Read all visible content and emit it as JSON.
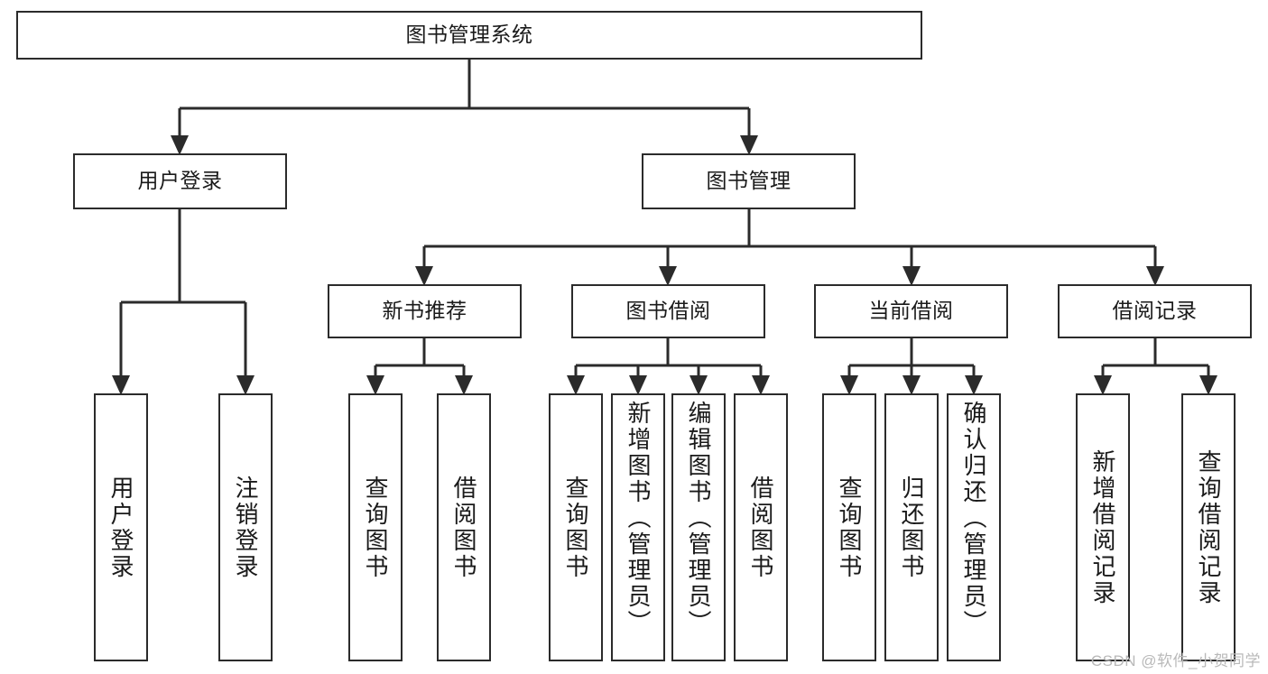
{
  "diagram": {
    "title": "图书管理系统",
    "type": "tree-hierarchy",
    "orientation": "top-down",
    "colors": {
      "box_border": "#2b2b2b",
      "box_fill": "#ffffff",
      "edge": "#2b2b2b",
      "text": "#1a1a1a",
      "watermark": "#b9b9b9",
      "background": "#ffffff"
    },
    "watermark": "CSDN @软件_小贺同学"
  },
  "nodes": {
    "root": {
      "label": "图书管理系统",
      "level": 0
    },
    "level1": [
      {
        "id": "user-login",
        "label": "用户登录"
      },
      {
        "id": "book-manage",
        "label": "图书管理"
      }
    ],
    "level2": [
      {
        "id": "new-book-recommend",
        "label": "新书推荐"
      },
      {
        "id": "book-borrow",
        "label": "图书借阅"
      },
      {
        "id": "current-borrow",
        "label": "当前借阅"
      },
      {
        "id": "borrow-record",
        "label": "借阅记录"
      }
    ],
    "leaves": {
      "user-login": [
        {
          "id": "leaf-user-login",
          "label": "用户登录"
        },
        {
          "id": "leaf-logout-login",
          "label": "注销登录"
        }
      ],
      "new-book-recommend": [
        {
          "id": "leaf-query-book-1",
          "label": "查询图书"
        },
        {
          "id": "leaf-borrow-book-1",
          "label": "借阅图书"
        }
      ],
      "book-borrow": [
        {
          "id": "leaf-query-book-2",
          "label": "查询图书"
        },
        {
          "id": "leaf-add-book",
          "label": "新增图书（管理员）"
        },
        {
          "id": "leaf-edit-book",
          "label": "编辑图书（管理员）"
        },
        {
          "id": "leaf-borrow-book-2",
          "label": "借阅图书"
        }
      ],
      "current-borrow": [
        {
          "id": "leaf-query-book-3",
          "label": "查询图书"
        },
        {
          "id": "leaf-return-book",
          "label": "归还图书"
        },
        {
          "id": "leaf-confirm-return",
          "label": "确认归还（管理员）"
        }
      ],
      "borrow-record": [
        {
          "id": "leaf-add-record",
          "label": "新增借阅记录"
        },
        {
          "id": "leaf-query-record",
          "label": "查询借阅记录"
        }
      ]
    }
  }
}
